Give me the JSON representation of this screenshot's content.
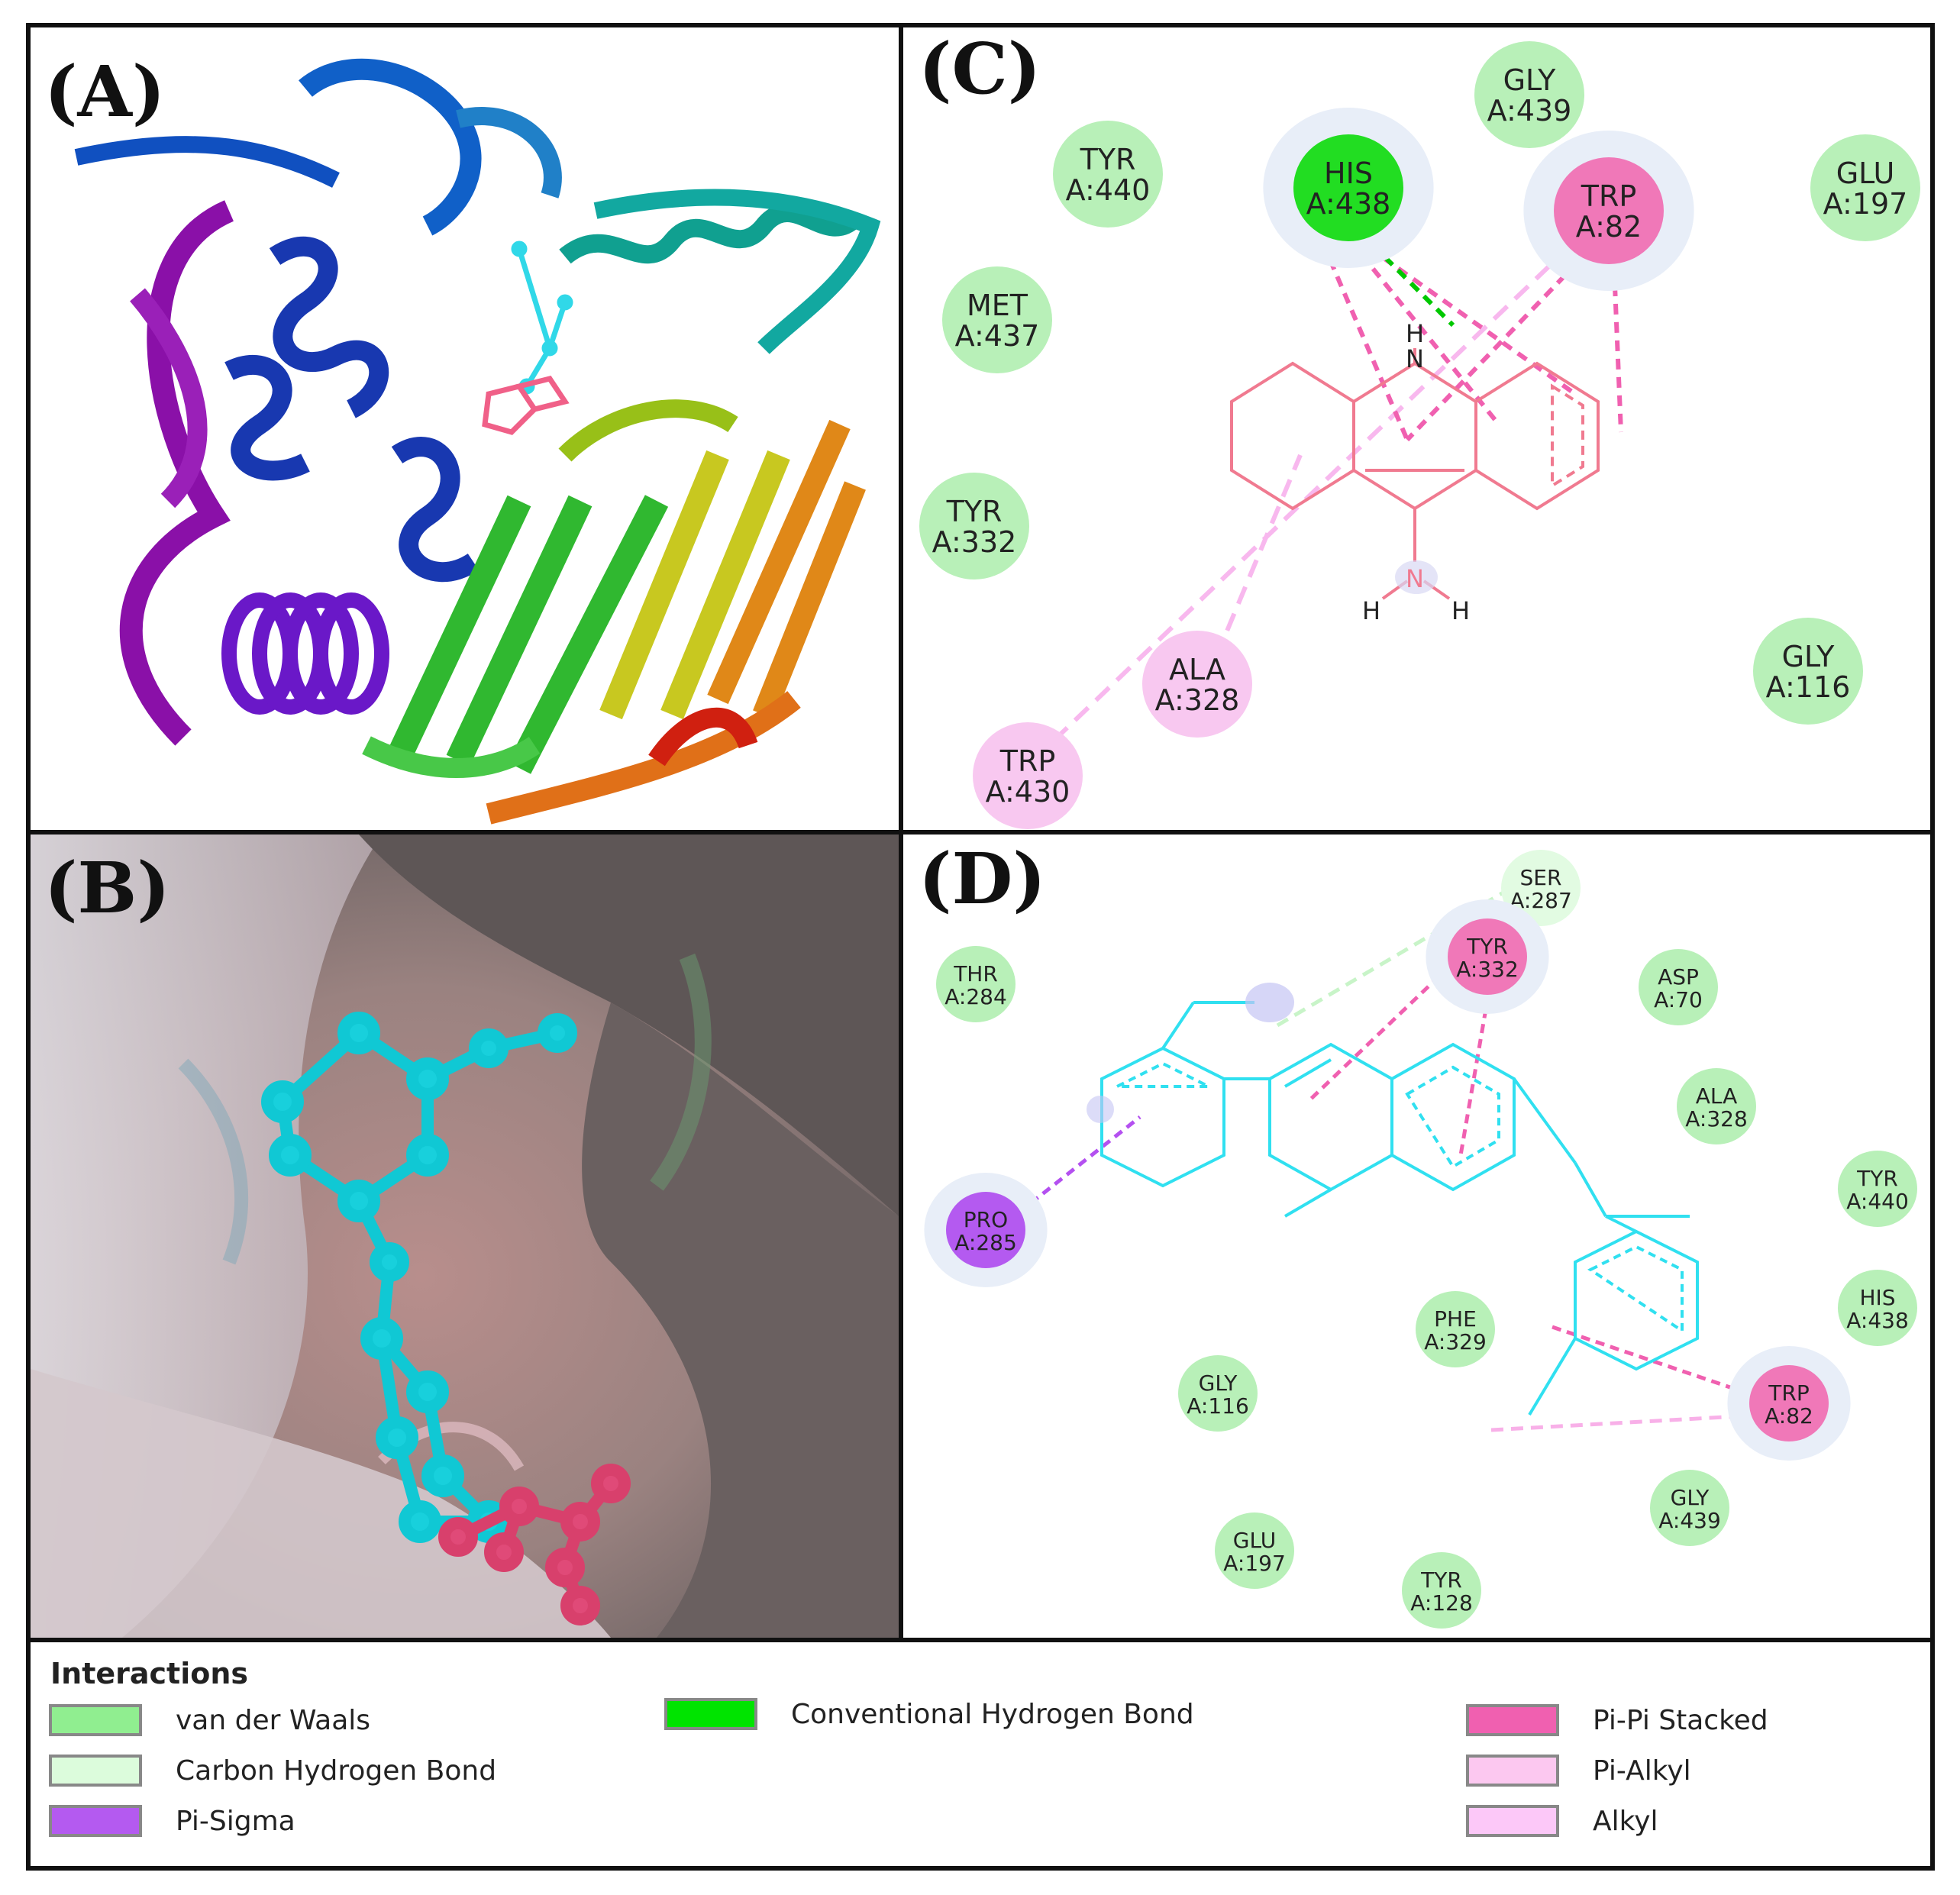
{
  "panels": {
    "a": {
      "label": "(A)"
    },
    "b": {
      "label": "(B)"
    },
    "c": {
      "label": "(C)",
      "residues": [
        {
          "name": "GLY",
          "id": "A:439",
          "type": "vdw"
        },
        {
          "name": "TYR",
          "id": "A:440",
          "type": "vdw"
        },
        {
          "name": "HIS",
          "id": "A:438",
          "type": "hbond"
        },
        {
          "name": "TRP",
          "id": "A:82",
          "type": "pipi"
        },
        {
          "name": "GLU",
          "id": "A:197",
          "type": "vdw"
        },
        {
          "name": "MET",
          "id": "A:437",
          "type": "vdw"
        },
        {
          "name": "TYR",
          "id": "A:332",
          "type": "vdw"
        },
        {
          "name": "ALA",
          "id": "A:328",
          "type": "pialkyl"
        },
        {
          "name": "TRP",
          "id": "A:430",
          "type": "pialkyl"
        },
        {
          "name": "GLY",
          "id": "A:116",
          "type": "vdw"
        }
      ],
      "atoms": {
        "h_top": "H",
        "n_top": "N",
        "n_bottom": "N",
        "h_left": "H",
        "h_right": "H"
      }
    },
    "d": {
      "label": "(D)",
      "residues": [
        {
          "name": "SER",
          "id": "A:287",
          "type": "chbond"
        },
        {
          "name": "THR",
          "id": "A:284",
          "type": "vdw"
        },
        {
          "name": "TYR",
          "id": "A:332",
          "type": "pipi"
        },
        {
          "name": "ASP",
          "id": "A:70",
          "type": "vdw"
        },
        {
          "name": "ALA",
          "id": "A:328",
          "type": "vdw"
        },
        {
          "name": "TYR",
          "id": "A:440",
          "type": "vdw"
        },
        {
          "name": "PRO",
          "id": "A:285",
          "type": "pisigma"
        },
        {
          "name": "HIS",
          "id": "A:438",
          "type": "vdw"
        },
        {
          "name": "PHE",
          "id": "A:329",
          "type": "vdw"
        },
        {
          "name": "GLY",
          "id": "A:116",
          "type": "vdw"
        },
        {
          "name": "TRP",
          "id": "A:82",
          "type": "pipi"
        },
        {
          "name": "GLY",
          "id": "A:439",
          "type": "vdw"
        },
        {
          "name": "GLU",
          "id": "A:197",
          "type": "vdw"
        },
        {
          "name": "TYR",
          "id": "A:128",
          "type": "vdw"
        }
      ]
    }
  },
  "legend": {
    "title": "Interactions",
    "items": [
      {
        "label": "van der Waals",
        "color": "#90ee90"
      },
      {
        "label": "Carbon Hydrogen Bond",
        "color": "#dcfcdc"
      },
      {
        "label": "Pi-Sigma",
        "color": "#b45af0"
      },
      {
        "label": "Conventional Hydrogen Bond",
        "color": "#00e400"
      },
      {
        "label": "Pi-Pi Stacked",
        "color": "#f060b0"
      },
      {
        "label": "Pi-Alkyl",
        "color": "#fcc8f0"
      },
      {
        "label": "Alkyl",
        "color": "#fcc8f8"
      }
    ]
  },
  "colors": {
    "vdw": "#b8f0b8",
    "hbond": "#22dd22",
    "chbond": "#e2fbe2",
    "pisigma": "#b45af0",
    "pipi": "#f078b8",
    "pialkyl": "#f8c8f0",
    "ligand_c": "#f07890",
    "ligand_d": "#28e0f0"
  }
}
